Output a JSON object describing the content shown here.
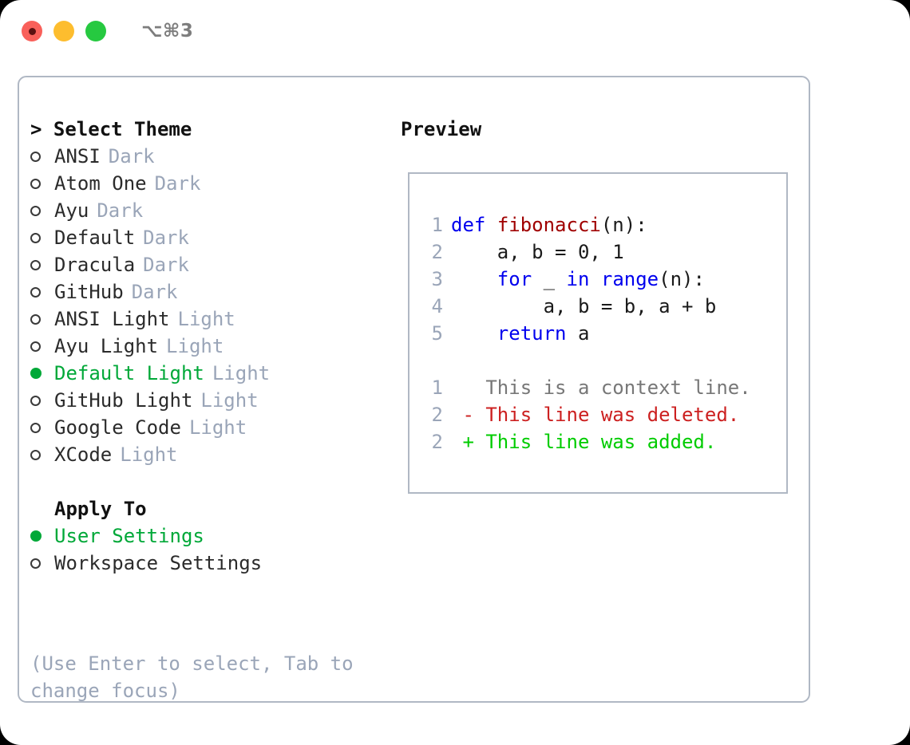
{
  "window": {
    "title": "⌥⌘3",
    "traffic_lights": [
      {
        "name": "close",
        "color": "#f9605a"
      },
      {
        "name": "minimize",
        "color": "#fdbd2e"
      },
      {
        "name": "maximize",
        "color": "#26c940"
      }
    ]
  },
  "colors": {
    "accent_green": "#00a838",
    "badge_gray": "#9aa5b8",
    "border": "#b0b8c4",
    "keyword_blue": "#0000ee",
    "function_red": "#a00000",
    "diff_deleted": "#cc2020",
    "diff_added": "#00cc00",
    "diff_context": "#777777"
  },
  "theme_list": {
    "header": "> Select Theme",
    "items": [
      {
        "label": "ANSI",
        "badge": "Dark",
        "selected": false
      },
      {
        "label": "Atom One",
        "badge": "Dark",
        "selected": false
      },
      {
        "label": "Ayu",
        "badge": "Dark",
        "selected": false
      },
      {
        "label": "Default",
        "badge": "Dark",
        "selected": false
      },
      {
        "label": "Dracula",
        "badge": "Dark",
        "selected": false
      },
      {
        "label": "GitHub",
        "badge": "Dark",
        "selected": false
      },
      {
        "label": "ANSI Light",
        "badge": "Light",
        "selected": false
      },
      {
        "label": "Ayu Light",
        "badge": "Light",
        "selected": false
      },
      {
        "label": "Default Light",
        "badge": "Light",
        "selected": true
      },
      {
        "label": "GitHub Light",
        "badge": "Light",
        "selected": false
      },
      {
        "label": "Google Code",
        "badge": "Light",
        "selected": false
      },
      {
        "label": "XCode",
        "badge": "Light",
        "selected": false
      }
    ]
  },
  "apply_to": {
    "header": "Apply To",
    "items": [
      {
        "label": "User Settings",
        "selected": true
      },
      {
        "label": "Workspace Settings",
        "selected": false
      }
    ]
  },
  "hint": "(Use Enter to select, Tab to change focus)",
  "preview": {
    "title": "Preview",
    "code_lines": [
      {
        "no": "1",
        "indent": "",
        "parts": [
          {
            "text": "def",
            "kind": "kw"
          },
          {
            "text": " ",
            "kind": "plain"
          },
          {
            "text": "fibonacci",
            "kind": "fn"
          },
          {
            "text": "(n):",
            "kind": "plain"
          }
        ]
      },
      {
        "no": "2",
        "indent": "",
        "parts": [
          {
            "text": "    a, b = 0, 1",
            "kind": "plain"
          }
        ]
      },
      {
        "no": "3",
        "indent": "",
        "parts": [
          {
            "text": "    ",
            "kind": "plain"
          },
          {
            "text": "for",
            "kind": "kw"
          },
          {
            "text": " _ ",
            "kind": "plain"
          },
          {
            "text": "in",
            "kind": "kw"
          },
          {
            "text": " ",
            "kind": "plain"
          },
          {
            "text": "range",
            "kind": "kw"
          },
          {
            "text": "(n):",
            "kind": "plain"
          }
        ]
      },
      {
        "no": "4",
        "indent": "",
        "parts": [
          {
            "text": "        a, b = b, a + b",
            "kind": "plain"
          }
        ]
      },
      {
        "no": "5",
        "indent": "",
        "parts": [
          {
            "text": "    ",
            "kind": "plain"
          },
          {
            "text": "return",
            "kind": "kw"
          },
          {
            "text": " a",
            "kind": "plain"
          }
        ]
      }
    ],
    "diff_lines": [
      {
        "no": "1",
        "parts": [
          {
            "text": "   This is a context line.",
            "kind": "ctx"
          }
        ]
      },
      {
        "no": "2",
        "parts": [
          {
            "text": " - This line was deleted.",
            "kind": "del"
          }
        ]
      },
      {
        "no": "2",
        "parts": [
          {
            "text": " + This line was added.",
            "kind": "add"
          }
        ]
      }
    ]
  }
}
